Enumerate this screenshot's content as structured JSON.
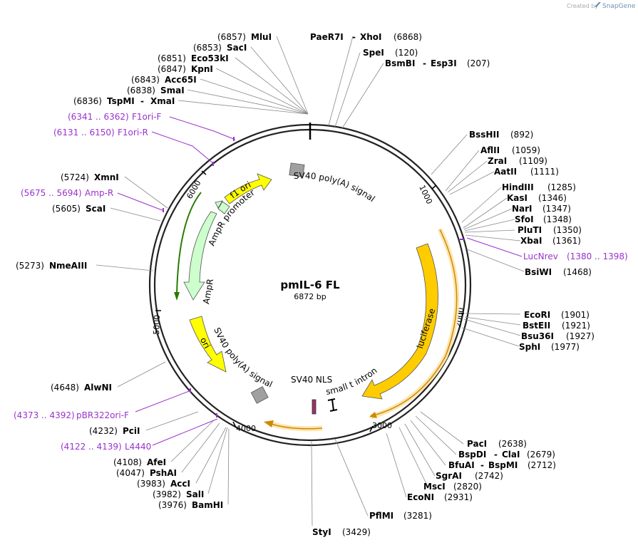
{
  "header": {
    "credit_prefix": "Created by",
    "credit_brand": "SnapGene"
  },
  "plasmid": {
    "name": "pmIL-6 FL",
    "length_label": "6872 bp",
    "ring_colors": {
      "ring": "#222222",
      "tick": "#000000"
    }
  },
  "ticks": [
    {
      "label": "1000",
      "name": "tick-1000"
    },
    {
      "label": "2000",
      "name": "tick-2000"
    },
    {
      "label": "3000",
      "name": "tick-3000"
    },
    {
      "label": "4000",
      "name": "tick-4000"
    },
    {
      "label": "5000",
      "name": "tick-5000"
    },
    {
      "label": "6000",
      "name": "tick-6000"
    }
  ],
  "sites_left": [
    {
      "pos": "(6857)",
      "name": "MluI"
    },
    {
      "pos": "(6853)",
      "name": "SacI"
    },
    {
      "pos": "(6851)",
      "name": "Eco53kI"
    },
    {
      "pos": "(6847)",
      "name": "KpnI"
    },
    {
      "pos": "(6843)",
      "name": "Acc65I"
    },
    {
      "pos": "(6838)",
      "name": "SmaI"
    },
    {
      "pos": "(6836)",
      "name": "TspMI",
      "name2": "XmaI"
    },
    {
      "pos": "(5724)",
      "name": "XmnI"
    },
    {
      "pos": "(5605)",
      "name": "ScaI"
    },
    {
      "pos": "(5273)",
      "name": "NmeAIII"
    },
    {
      "pos": "(4648)",
      "name": "AlwNI"
    },
    {
      "pos": "(4232)",
      "name": "PciI"
    },
    {
      "pos": "(4108)",
      "name": "AfeI"
    },
    {
      "pos": "(4047)",
      "name": "PshAI"
    },
    {
      "pos": "(3983)",
      "name": "AccI"
    },
    {
      "pos": "(3982)",
      "name": "SalI"
    },
    {
      "pos": "(3976)",
      "name": "BamHI"
    }
  ],
  "sites_right": [
    {
      "name": "PaeR7I",
      "name2": "XhoI",
      "pos": "(6868)"
    },
    {
      "name": "SpeI",
      "pos": "(120)"
    },
    {
      "name": "BsmBI",
      "name2": "Esp3I",
      "pos": "(207)"
    },
    {
      "name": "BssHII",
      "pos": "(892)"
    },
    {
      "name": "AflII",
      "pos": "(1059)"
    },
    {
      "name": "ZraI",
      "pos": "(1109)"
    },
    {
      "name": "AatII",
      "pos": "(1111)"
    },
    {
      "name": "HindIII",
      "pos": "(1285)"
    },
    {
      "name": "KasI",
      "pos": "(1346)"
    },
    {
      "name": "NarI",
      "pos": "(1347)"
    },
    {
      "name": "SfoI",
      "pos": "(1348)"
    },
    {
      "name": "PluTI",
      "pos": "(1350)"
    },
    {
      "name": "XbaI",
      "pos": "(1361)"
    },
    {
      "name": "BsiWI",
      "pos": "(1468)"
    },
    {
      "name": "EcoRI",
      "pos": "(1901)"
    },
    {
      "name": "BstEII",
      "pos": "(1921)"
    },
    {
      "name": "Bsu36I",
      "pos": "(1927)"
    },
    {
      "name": "SphI",
      "pos": "(1977)"
    },
    {
      "name": "PacI",
      "pos": "(2638)"
    },
    {
      "name": "BspDI",
      "name2": "ClaI",
      "pos": "(2679)"
    },
    {
      "name": "BfuAI",
      "name2": "BspMI",
      "pos": "(2712)"
    },
    {
      "name": "SgrAI",
      "pos": "(2742)"
    },
    {
      "name": "MscI",
      "pos": "(2820)"
    },
    {
      "name": "EcoNI",
      "pos": "(2931)"
    },
    {
      "name": "PflMI",
      "pos": "(3281)"
    },
    {
      "name": "StyI",
      "pos": "(3429)"
    }
  ],
  "primers": [
    {
      "range": "(6341 .. 6362)",
      "name": "F1ori-F"
    },
    {
      "range": "(6131 .. 6150)",
      "name": "F1ori-R"
    },
    {
      "range": "(5675 .. 5694)",
      "name": "Amp-R"
    },
    {
      "range": "(4373 .. 4392)",
      "name": "pBR322ori-F"
    },
    {
      "range": "(4122 .. 4139)",
      "name": "L4440"
    },
    {
      "name": "LucNrev",
      "range": "(1380 .. 1398)"
    }
  ],
  "features": {
    "f1_ori": "f1 ori",
    "sv40_polya_top": "SV40 poly(A) signal",
    "ampr_promoter": "AmpR promoter",
    "ampr": "AmpR",
    "ori": "ori",
    "sv40_polya_bottom": "SV40 poly(A) signal",
    "luciferase": "luciferase",
    "sv40_nls": "SV40 NLS",
    "small_t_intron": "small t intron"
  },
  "feature_colors": {
    "yellow": "#ffff00",
    "green": "#ccffcc",
    "orange": "#ffcc00",
    "gray": "#a0a0a0",
    "primer": "#9933cc",
    "nls": "#993366"
  }
}
